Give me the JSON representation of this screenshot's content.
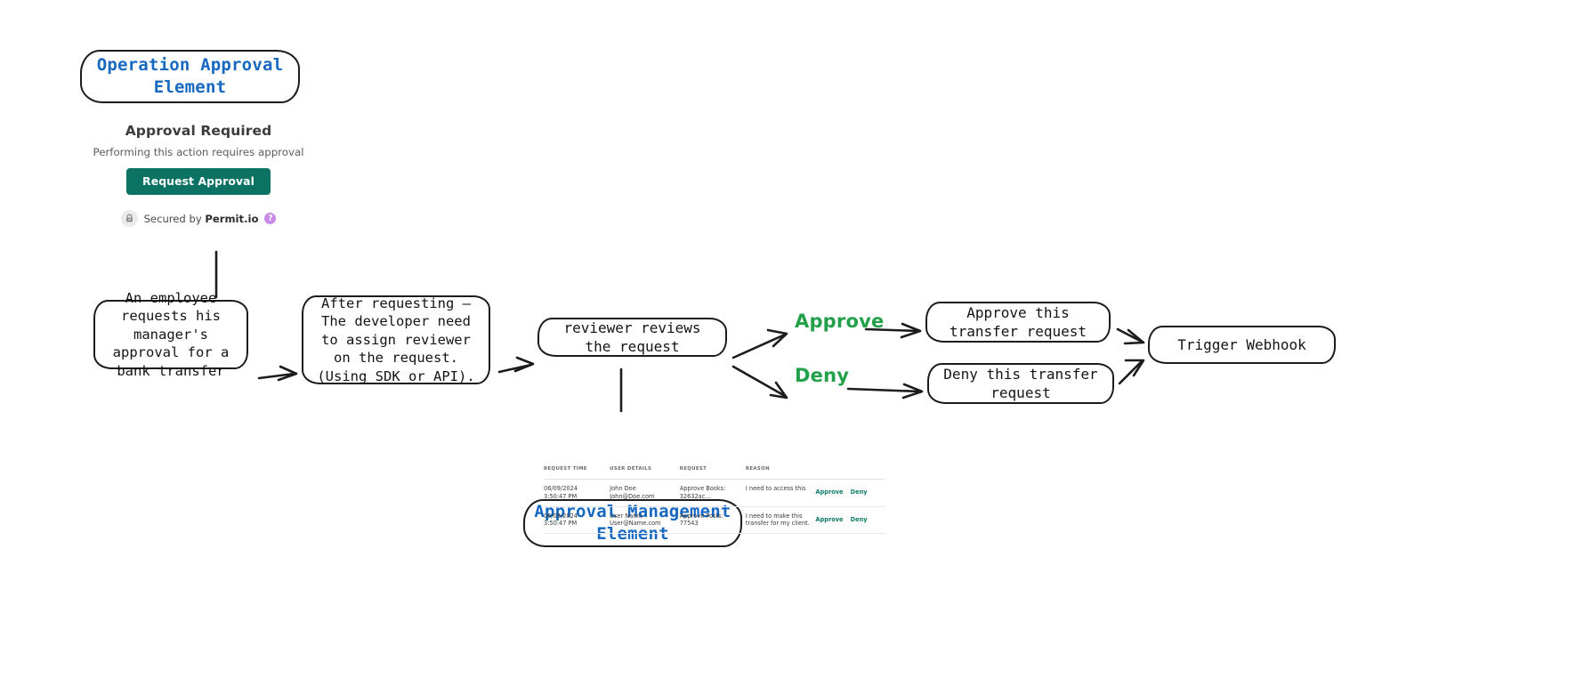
{
  "diagram": {
    "tags": {
      "operation_element": "Operation Approval Element",
      "management_element": "Approval Management Element"
    },
    "nodes": [
      {
        "id": "employee-request",
        "text": "An employee requests his manager's approval for a bank transfer"
      },
      {
        "id": "assign-reviewer",
        "text": "After requesting — The developer need to assign reviewer on the request.(Using SDK or API)."
      },
      {
        "id": "reviewer-reviews",
        "text": "reviewer reviews the request"
      },
      {
        "id": "approve-transfer",
        "text": "Approve this transfer request"
      },
      {
        "id": "deny-transfer",
        "text": "Deny this transfer request"
      },
      {
        "id": "trigger-webhook",
        "text": "Trigger Webhook"
      }
    ],
    "branch_labels": {
      "approve": "Approve",
      "deny": "Deny"
    },
    "colors": {
      "tag_blue": "#1668c1",
      "branch_green": "#23a04a",
      "button_teal": "#0c7263",
      "link_teal": "#0f7a69",
      "stroke": "#1c1c1c"
    }
  },
  "widget": {
    "title": "Approval Required",
    "subtitle": "Performing this action requires approval",
    "request_button": "Request Approval",
    "secured_prefix": "Secured by ",
    "secured_brand": "Permit.io",
    "help_label": "?",
    "lock_icon": "lock-icon"
  },
  "table": {
    "headers": [
      "REQUEST TIME",
      "USER DETAILS",
      "REQUEST",
      "REASON",
      "",
      ""
    ],
    "rows": [
      {
        "time": "06/09/2024\n3:50:47 PM",
        "user": "John Doe\nJohn@Doe.com",
        "request": "Approve Books:\n32632ac...",
        "reason": "I need to access this",
        "approve": "Approve",
        "deny": "Deny"
      },
      {
        "time": "06/09/2024\n3:50:47 PM",
        "user": "User Name\nUser@Name.com",
        "request": "Approve Posts:\n77543",
        "reason": "I need to make this transfer for my client.",
        "approve": "Approve",
        "deny": "Deny"
      }
    ]
  }
}
